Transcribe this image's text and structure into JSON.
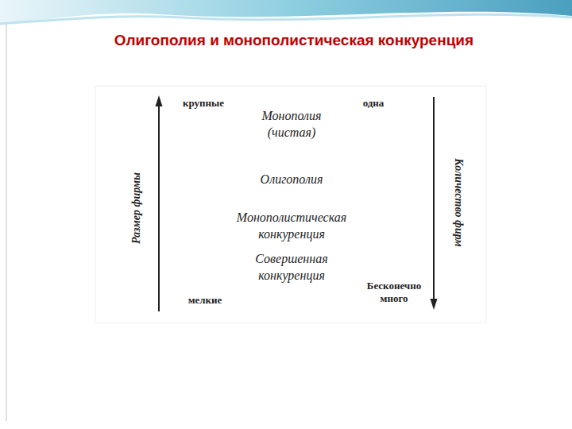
{
  "diagram": {
    "title": "Олигополия и монополистическая конкуренция",
    "labels": [
      "крупные",
      "одна",
      "Монополия (чистая)",
      "Размер фирмы",
      "Олигополия",
      "Количество фирм",
      "Монополистическая конкуренция",
      "Совершенная конкуренция",
      "мелкие",
      "Бесконечно много"
    ]
  }
}
